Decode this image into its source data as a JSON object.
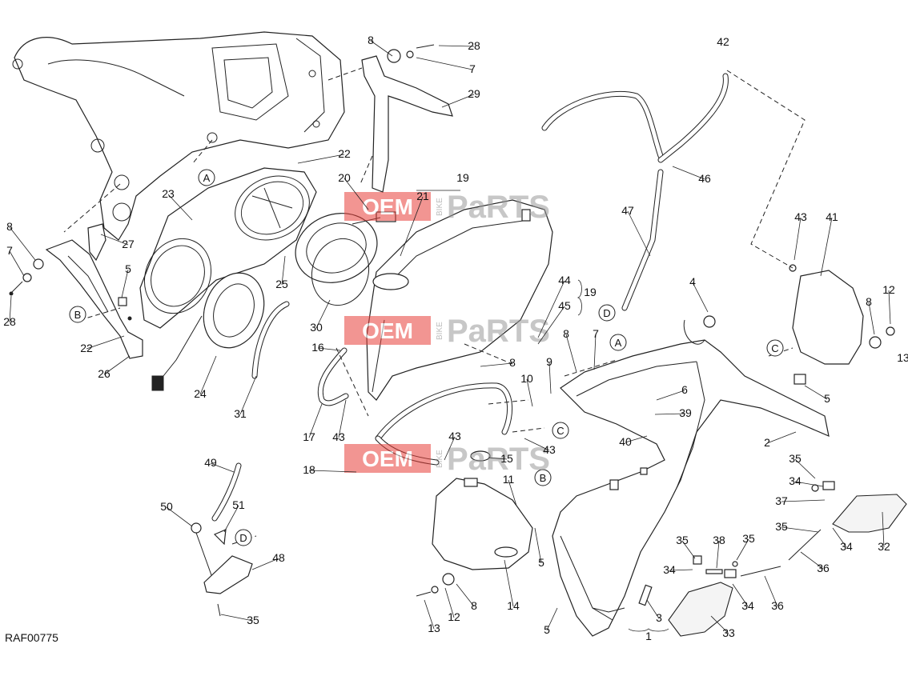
{
  "diagram": {
    "drawing_code": "RAF00775",
    "watermark": {
      "left": "OEM",
      "mid": "BIKE",
      "right": "PaRTS"
    },
    "callouts": [
      "1",
      "2",
      "3",
      "4",
      "5",
      "6",
      "7",
      "8",
      "9",
      "10",
      "11",
      "12",
      "13",
      "14",
      "15",
      "16",
      "17",
      "18",
      "19",
      "20",
      "21",
      "22",
      "23",
      "24",
      "25",
      "26",
      "27",
      "28",
      "29",
      "30",
      "31",
      "32",
      "33",
      "34",
      "35",
      "36",
      "37",
      "38",
      "39",
      "40",
      "41",
      "42",
      "43",
      "44",
      "45",
      "46",
      "47",
      "48",
      "49",
      "50",
      "51"
    ],
    "reference_markers": [
      "A",
      "B",
      "C",
      "D"
    ]
  }
}
